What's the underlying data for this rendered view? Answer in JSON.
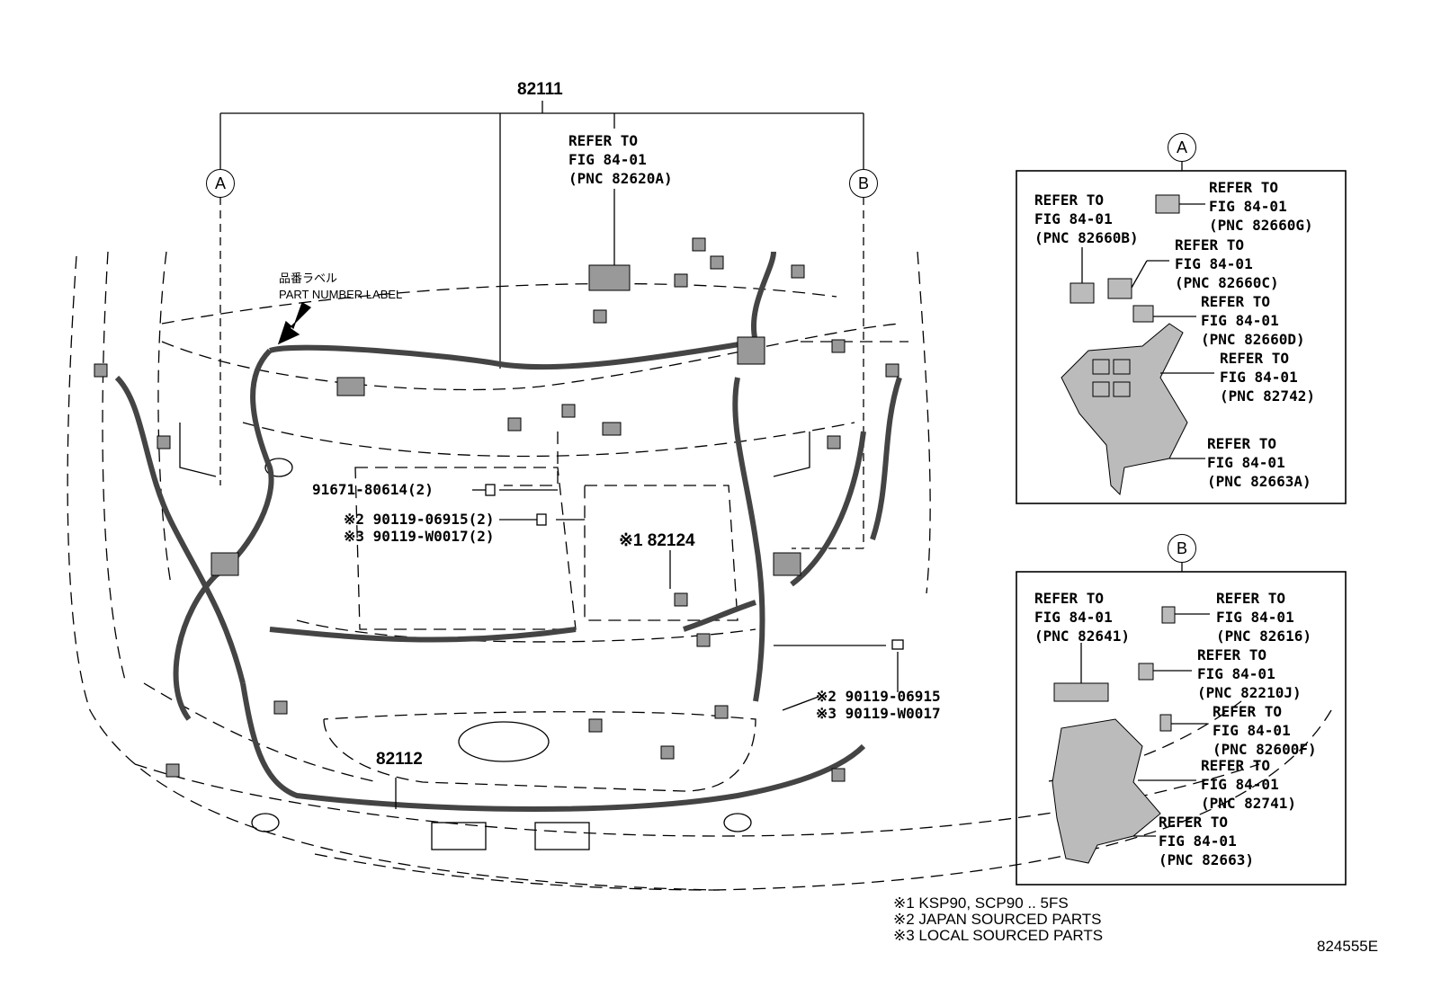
{
  "main": {
    "part_82111": "82111",
    "part_82112": "82112",
    "part_82124": "※1 82124",
    "label_jp": "品番ラベル",
    "label_en": "PART NUMBER LABEL",
    "bolt1": "91671-80614(2)",
    "bolt2a": "※2 90119-06915(2)",
    "bolt2b": "※3 90119-W0017(2)",
    "bolt3a": "※2 90119-06915",
    "bolt3b": "※3 90119-W0017",
    "callout_a": "A",
    "callout_b": "B",
    "refer_top": [
      "REFER TO",
      "FIG 84-01",
      "(PNC 82620A)"
    ]
  },
  "box_a": {
    "title": "A",
    "refs": [
      {
        "l1": "REFER TO",
        "l2": "FIG 84-01",
        "l3": "(PNC 82660G)"
      },
      {
        "l1": "REFER TO",
        "l2": "FIG 84-01",
        "l3": "(PNC 82660B)"
      },
      {
        "l1": "REFER TO",
        "l2": "FIG 84-01",
        "l3": "(PNC 82660C)"
      },
      {
        "l1": "REFER TO",
        "l2": "FIG 84-01",
        "l3": "(PNC 82660D)"
      },
      {
        "l1": "REFER TO",
        "l2": "FIG 84-01",
        "l3": "(PNC 82742)"
      },
      {
        "l1": "REFER TO",
        "l2": "FIG 84-01",
        "l3": "(PNC 82663A)"
      }
    ]
  },
  "box_b": {
    "title": "B",
    "refs": [
      {
        "l1": "REFER TO",
        "l2": "FIG 84-01",
        "l3": "(PNC 82641)"
      },
      {
        "l1": "REFER TO",
        "l2": "FIG 84-01",
        "l3": "(PNC 82616)"
      },
      {
        "l1": "REFER TO",
        "l2": "FIG 84-01",
        "l3": "(PNC 82210J)"
      },
      {
        "l1": "REFER TO",
        "l2": "FIG 84-01",
        "l3": "(PNC 82600F)"
      },
      {
        "l1": "REFER TO",
        "l2": "FIG 84-01",
        "l3": "(PNC 82741)"
      },
      {
        "l1": "REFER TO",
        "l2": "FIG 84-01",
        "l3": "(PNC 82663)"
      }
    ]
  },
  "notes": [
    "※1 KSP90, SCP90 .. 5FS",
    "※2 JAPAN SOURCED PARTS",
    "※3 LOCAL SOURCED PARTS"
  ],
  "figure_id": "824555E"
}
